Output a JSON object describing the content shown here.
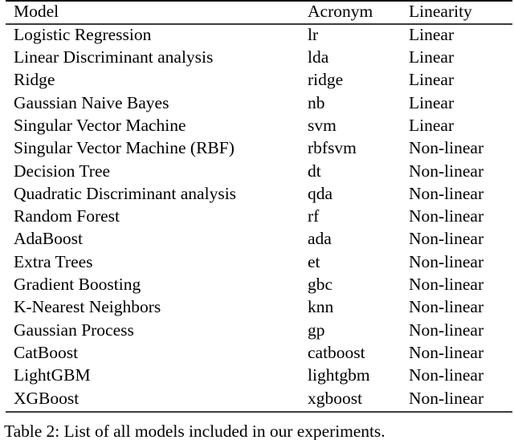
{
  "table": {
    "columns": [
      "Model",
      "Acronym",
      "Linearity"
    ],
    "rows": [
      {
        "model": "Logistic Regression",
        "acronym": "lr",
        "linearity": "Linear"
      },
      {
        "model": "Linear Discriminant analysis",
        "acronym": "lda",
        "linearity": "Linear"
      },
      {
        "model": "Ridge",
        "acronym": "ridge",
        "linearity": "Linear"
      },
      {
        "model": "Gaussian Naive Bayes",
        "acronym": "nb",
        "linearity": "Linear"
      },
      {
        "model": "Singular Vector Machine",
        "acronym": "svm",
        "linearity": "Linear"
      },
      {
        "model": "Singular Vector Machine (RBF)",
        "acronym": "rbfsvm",
        "linearity": "Non-linear"
      },
      {
        "model": "Decision Tree",
        "acronym": "dt",
        "linearity": "Non-linear"
      },
      {
        "model": "Quadratic Discriminant analysis",
        "acronym": "qda",
        "linearity": "Non-linear"
      },
      {
        "model": "Random Forest",
        "acronym": "rf",
        "linearity": "Non-linear"
      },
      {
        "model": "AdaBoost",
        "acronym": "ada",
        "linearity": "Non-linear"
      },
      {
        "model": "Extra Trees",
        "acronym": "et",
        "linearity": "Non-linear"
      },
      {
        "model": "Gradient Boosting",
        "acronym": "gbc",
        "linearity": "Non-linear"
      },
      {
        "model": "K-Nearest Neighbors",
        "acronym": "knn",
        "linearity": "Non-linear"
      },
      {
        "model": "Gaussian Process",
        "acronym": "gp",
        "linearity": "Non-linear"
      },
      {
        "model": "CatBoost",
        "acronym": "catboost",
        "linearity": "Non-linear"
      },
      {
        "model": "LightGBM",
        "acronym": "lightgbm",
        "linearity": "Non-linear"
      },
      {
        "model": "XGBoost",
        "acronym": "xgboost",
        "linearity": "Non-linear"
      }
    ]
  },
  "caption": {
    "text": "Table 2: List of all models included in our experiments."
  }
}
